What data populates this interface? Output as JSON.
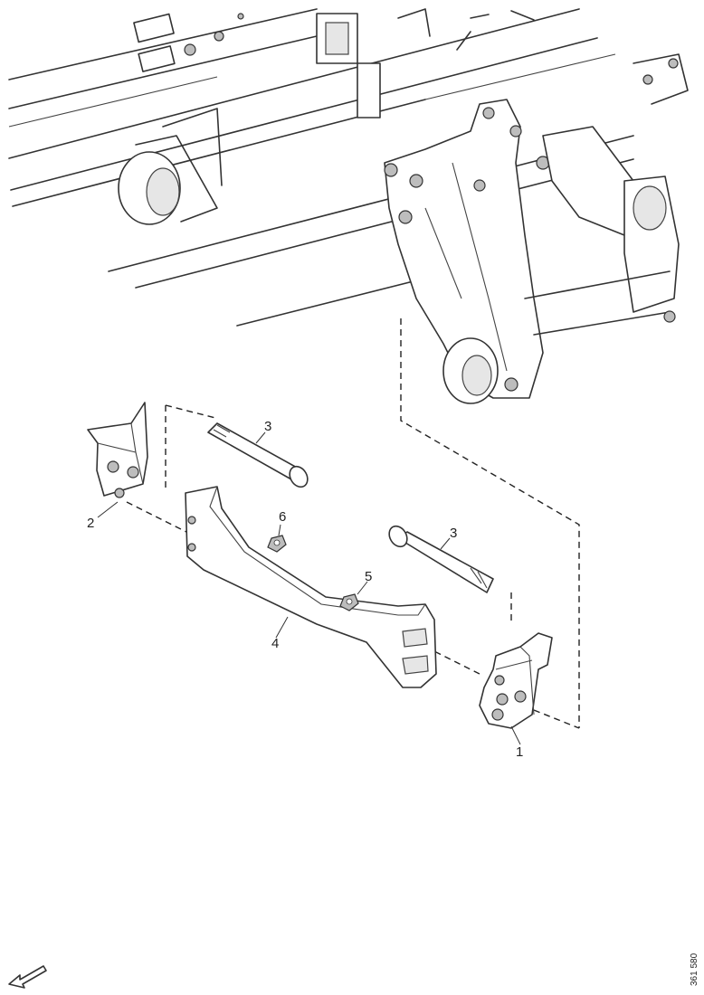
{
  "callouts": [
    {
      "id": "1",
      "text": "1"
    },
    {
      "id": "2",
      "text": "2"
    },
    {
      "id": "3a",
      "text": "3"
    },
    {
      "id": "3b",
      "text": "3"
    },
    {
      "id": "4",
      "text": "4"
    },
    {
      "id": "5",
      "text": "5"
    },
    {
      "id": "6",
      "text": "6"
    }
  ],
  "reference_code": "361 580",
  "icons": {
    "orientation_arrow": "front-direction-arrow-icon"
  }
}
